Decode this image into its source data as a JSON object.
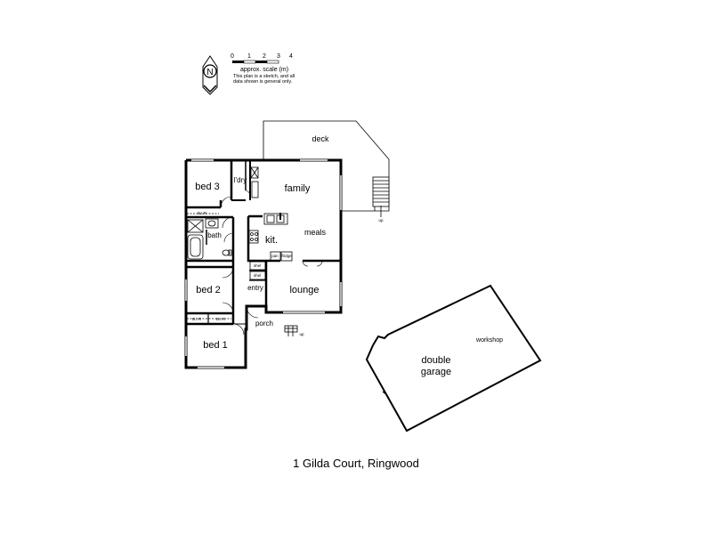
{
  "scale": {
    "ticks": [
      "0",
      "1",
      "2",
      "3",
      "4"
    ],
    "label": "approx. scale (m)",
    "note_line1": "This plan is a sketch, and all",
    "note_line2": "data shown is general only."
  },
  "compass": {
    "letter": "N",
    "icon": "north-arrow-icon"
  },
  "rooms": {
    "deck": "deck",
    "family": "family",
    "bed3": "bed 3",
    "ldry": "l'dry",
    "br_top": "B.I.R",
    "bath": "bath",
    "kit": "kit.",
    "meals": "meals",
    "bed2": "bed 2",
    "entry": "entry",
    "lounge": "lounge",
    "br_bottom": "B.I.R",
    "br_bottom2": "B.I.R",
    "porch": "porch",
    "bed1": "bed 1",
    "shelf1": "shel",
    "shelf2": "shel",
    "pantry": "pan",
    "fridge": "fridge",
    "workshop": "workshop",
    "garage_line1": "double",
    "garage_line2": "garage",
    "up_deck": "up",
    "up_porch": "up"
  },
  "address": "1 Gilda Court, Ringwood"
}
